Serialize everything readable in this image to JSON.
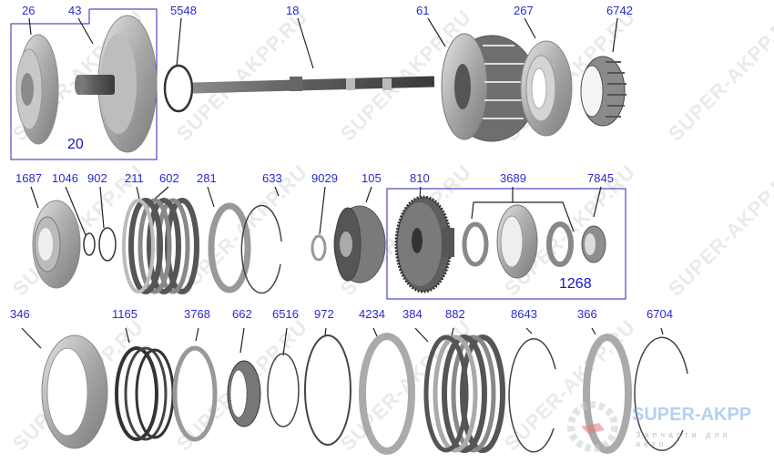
{
  "diagram": {
    "type": "exploded-parts-diagram",
    "subject": "automatic transmission parts",
    "label_color": "#2a2ad0",
    "group_box_color": "#2424b8",
    "rows": [
      {
        "row": 1,
        "parts": [
          {
            "id": "26",
            "description": "pump body"
          },
          {
            "id": "43",
            "description": "pump cover with stator shaft"
          },
          {
            "id": "5548",
            "description": "o-ring"
          },
          {
            "id": "18",
            "description": "input shaft"
          },
          {
            "id": "61",
            "description": "clutch drum"
          },
          {
            "id": "267",
            "description": "piston"
          },
          {
            "id": "6742",
            "description": "needle / roller bearing"
          }
        ],
        "group": {
          "label": "20",
          "members": [
            "26",
            "43"
          ]
        }
      },
      {
        "row": 2,
        "parts": [
          {
            "id": "1687",
            "description": "clutch hub"
          },
          {
            "id": "1046",
            "description": "snap ring"
          },
          {
            "id": "902",
            "description": "snap ring"
          },
          {
            "id": "211",
            "description": "steel plates"
          },
          {
            "id": "602",
            "description": "friction plates"
          },
          {
            "id": "281",
            "description": "pressure plate"
          },
          {
            "id": "633",
            "description": "snap ring"
          },
          {
            "id": "9029",
            "description": "thrust washer"
          },
          {
            "id": "105",
            "description": "clutch drum / hub"
          },
          {
            "id": "810",
            "description": "transfer drive gear"
          },
          {
            "id": "3689",
            "description": "bearing set"
          },
          {
            "id": "7845",
            "description": "lock nut"
          }
        ],
        "group": {
          "label": "1268",
          "members": [
            "810",
            "3689",
            "7845"
          ]
        }
      },
      {
        "row": 3,
        "parts": [
          {
            "id": "346",
            "description": "piston"
          },
          {
            "id": "1165",
            "description": "wave spring"
          },
          {
            "id": "3768",
            "description": "spring retainer"
          },
          {
            "id": "662",
            "description": "seal"
          },
          {
            "id": "6516",
            "description": "snap ring"
          },
          {
            "id": "972",
            "description": "snap ring"
          },
          {
            "id": "4234",
            "description": "steel plate"
          },
          {
            "id": "384",
            "description": "clutch pack"
          },
          {
            "id": "882",
            "description": "friction plates"
          },
          {
            "id": "8643",
            "description": "snap ring"
          },
          {
            "id": "366",
            "description": "pressure plate"
          },
          {
            "id": "6704",
            "description": "snap ring"
          }
        ]
      }
    ]
  },
  "labels": {
    "l26": "26",
    "l43": "43",
    "l5548": "5548",
    "l18": "18",
    "l61": "61",
    "l267": "267",
    "l6742": "6742",
    "l20": "20",
    "l1687": "1687",
    "l1046": "1046",
    "l902": "902",
    "l211": "211",
    "l602": "602",
    "l281": "281",
    "l633": "633",
    "l9029": "9029",
    "l105": "105",
    "l810": "810",
    "l3689": "3689",
    "l7845": "7845",
    "l1268": "1268",
    "l346": "346",
    "l1165": "1165",
    "l3768": "3768",
    "l662": "662",
    "l6516": "6516",
    "l972": "972",
    "l4234": "4234",
    "l384": "384",
    "l882": "882",
    "l8643": "8643",
    "l366": "366",
    "l6704": "6704"
  },
  "watermark": {
    "text": "SUPER-AKPP.RU",
    "logo_title": "SUPER-AKPP",
    "logo_subtitle": "Запчасти для авто"
  }
}
